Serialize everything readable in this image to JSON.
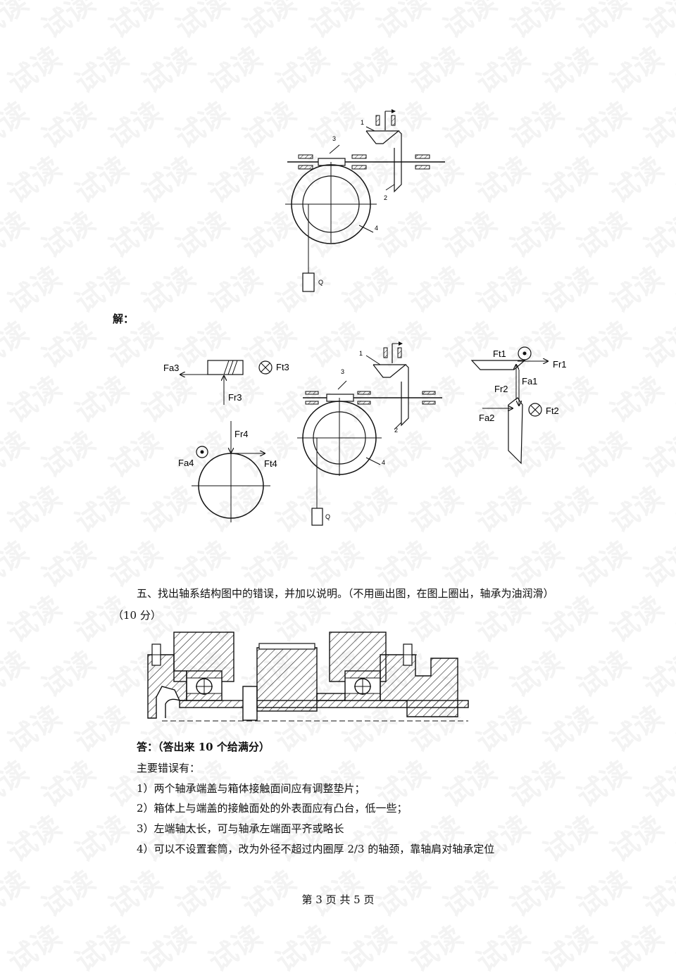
{
  "watermark": "试读",
  "fig1": {
    "labels": [
      "1",
      "2",
      "3",
      "4",
      "Q"
    ]
  },
  "solution_label": "解：",
  "fig2": {
    "gear3": {
      "labels": [
        "Fa3",
        "Ft3",
        "Fr3"
      ]
    },
    "gear4": {
      "labels": [
        "Fr4",
        "Fa4",
        "Ft4"
      ]
    },
    "mech_labels": [
      "1",
      "2",
      "3",
      "4",
      "Q"
    ],
    "gear12": {
      "labels": [
        "Ft1",
        "Fr1",
        "Fr2",
        "Fa1",
        "Fa2",
        "Ft2"
      ]
    }
  },
  "question5": {
    "line1": "五、找出轴系结构图中的错误，并加以说明。（不用画出图，在图上圈出，轴承为油润滑）",
    "line2": "（10 分）"
  },
  "answer": {
    "heading": "答：（答出来 10 个给满分）",
    "intro": "主要错误有：",
    "items": [
      "1）两个轴承端盖与箱体接触面间应有调整垫片；",
      "2）箱体上与端盖的接触面处的外表面应有凸台，低一些；",
      "3）左端轴太长，可与轴承左端面平齐或略长",
      "4）可以不设置套筒，改为外径不超过内圈厚 2/3 的轴颈，靠轴肩对轴承定位"
    ]
  },
  "footer": "第 3 页 共 5 页"
}
